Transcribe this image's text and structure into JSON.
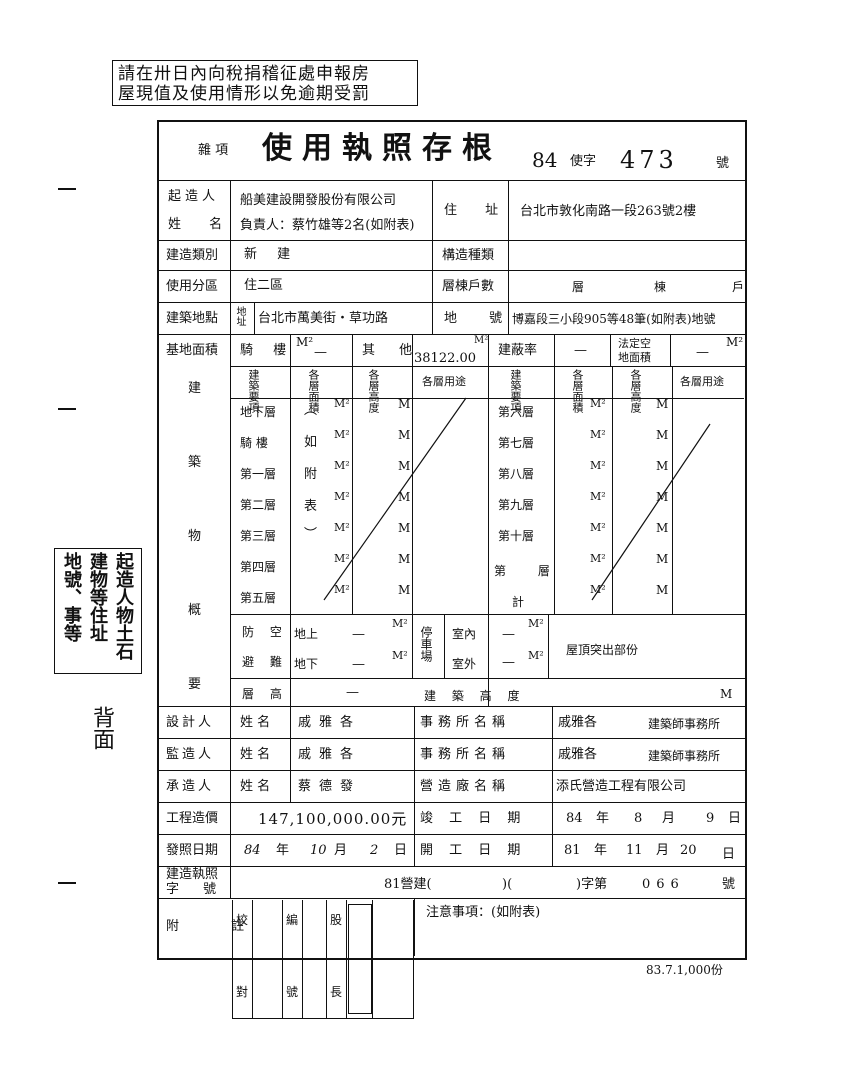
{
  "notice": {
    "line1": "請在卅日內向稅捐稽征處申報房",
    "line2": "屋現值及使用情形以免逾期受罰"
  },
  "header": {
    "category_label": "雜 項",
    "title": "使用執照存根",
    "year": "84",
    "zi_label": "使字",
    "number": "473",
    "hao": "號"
  },
  "owner": {
    "label_a": "起造人",
    "label_b": "姓 名",
    "company": "船美建設開發股份有限公司",
    "rep": "負責人：蔡竹雄等2名(如附表)",
    "address_label": "住 址",
    "address": "台北市敦化南路一段263號2樓"
  },
  "build_type": {
    "label": "建造類別",
    "value": "新 建",
    "struct_label": "構造種類",
    "struct_value": ""
  },
  "zoning": {
    "label": "使用分區",
    "value": "住二區",
    "floors_label": "層棟戶數",
    "ceng": "層",
    "dong": "棟",
    "hu": "戶"
  },
  "site": {
    "label": "建築地點",
    "addr_tag": "地址",
    "addr": "台北市萬美街・草功路",
    "lot_label": "地 號",
    "lot": "博嘉段三小段905等48筆(如附表)地號"
  },
  "area": {
    "label": "基地面積",
    "arcade_label": "騎 樓",
    "arcade_unit": "M²",
    "arcade_value": "—",
    "other_label": "其 他",
    "other_unit": "M²",
    "other_value": "38122.00",
    "coverage_label": "建蔽率",
    "coverage_value": "—",
    "legal_label_1": "法定空",
    "legal_label_2": "地面積",
    "legal_value": "—",
    "legal_unit": "M²"
  },
  "building": {
    "side_1": "建",
    "side_2": "築",
    "side_3": "物",
    "side_4": "概",
    "side_5": "要",
    "hdr_item": "建築要項",
    "hdr_area": "各層面積",
    "hdr_height": "各層高度",
    "hdr_use": "各層用途",
    "m2": "M²",
    "m": "M",
    "left_floors": [
      "地下層",
      "騎 樓",
      "第一層",
      "第二層",
      "第三層",
      "第四層",
      "第五層"
    ],
    "right_floors": [
      "第六層",
      "第七層",
      "第八層",
      "第九層",
      "第十層",
      "第 層",
      ""
    ],
    "left_area_marks": [
      "︵",
      "如",
      "附",
      "表",
      "︶",
      "",
      ""
    ],
    "right_last_label": "計",
    "shelter_label_1": "防 空",
    "shelter_label_2": "避 難",
    "above_label": "地上",
    "below_label": "地下",
    "above_value": "—",
    "below_value": "—",
    "parking_label": "停車場",
    "indoor_label": "室內",
    "outdoor_label": "室外",
    "indoor_value": "—",
    "outdoor_value": "—",
    "roof_label": "屋頂突出部份",
    "height_label": "層 高",
    "height_value": "—",
    "bheight_label": "建 築 高 度",
    "bheight_unit": "M"
  },
  "designer": {
    "label": "設計人",
    "name_label": "姓 名",
    "name": "戚雅各",
    "office_label": "事務所名稱",
    "office": "戚雅各",
    "office_suffix": "建築師事務所"
  },
  "supervisor": {
    "label": "監造人",
    "name_label": "姓 名",
    "name": "戚雅各",
    "office_label": "事務所名稱",
    "office": "戚雅各",
    "office_suffix": "建築師事務所"
  },
  "contractor": {
    "label": "承造人",
    "name_label": "姓 名",
    "name": "蔡德發",
    "firm_label": "營造廠名稱",
    "firm": "添氏營造工程有限公司"
  },
  "cost": {
    "label": "工程造價",
    "value": "147,100,000.00元",
    "complete_label": "竣 工 日 期",
    "c_year": "84",
    "c_month": "8",
    "c_day": "9",
    "nian": "年",
    "yue": "月",
    "ri": "日"
  },
  "issue": {
    "label": "發照日期",
    "year": "84",
    "month": "10",
    "day": "2",
    "start_label": "開 工 日 期",
    "s_year": "81",
    "s_month": "11",
    "s_day": "20"
  },
  "permit": {
    "label_1": "建造執照",
    "label_2": "字 號",
    "text_a": "81營建(",
    "text_b": ")(",
    "text_c": ")字第",
    "number": "066",
    "hao": "號"
  },
  "remarks": {
    "label": "附 註",
    "s1": "校",
    "s2": "編",
    "s3": "股",
    "s4": "對",
    "s5": "號",
    "s6": "長",
    "note": "注意事項：(如附表)"
  },
  "footer": {
    "print": "83.7.1,000份"
  },
  "side_note": {
    "c1": "起造人物土石",
    "c2": "建物等住址",
    "c3": "地號、事等"
  },
  "back_note": "背面",
  "colors": {
    "ink": "#111111",
    "paper": "#ffffff"
  }
}
